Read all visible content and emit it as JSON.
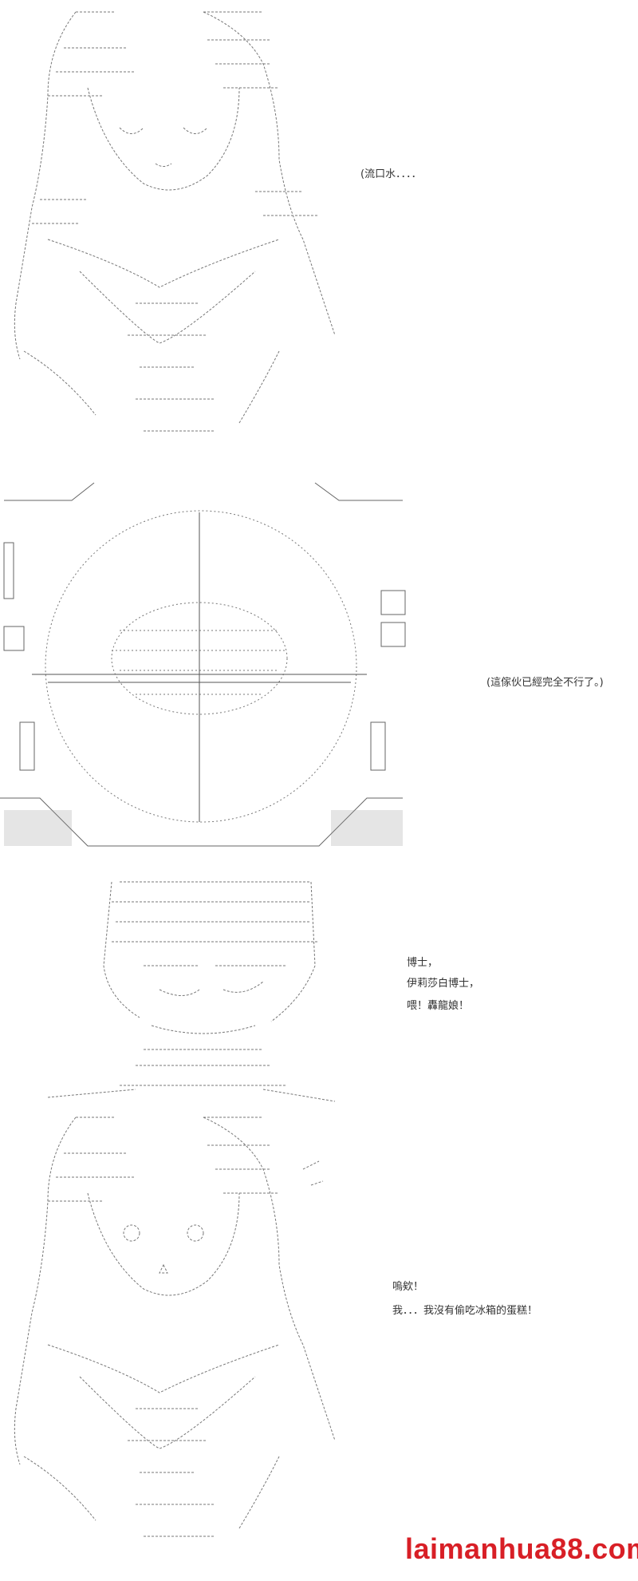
{
  "panels": [
    {
      "id": "panel-1",
      "dialogue": [
        "(流口水．．．．"
      ]
    },
    {
      "id": "panel-2",
      "dialogue": [
        "(這傢伙已經完全不行了。)"
      ]
    },
    {
      "id": "panel-3",
      "dialogue": [
        "博士，",
        "伊莉莎白博士，",
        "喂！轟龍娘！"
      ]
    },
    {
      "id": "panel-4",
      "dialogue": [
        "嗚欸！",
        "我．．．我沒有偷吃冰箱的蛋糕！"
      ]
    }
  ],
  "watermark": "laimanhua88.com",
  "colors": {
    "ink": "#555555",
    "watermark": "#d81f26",
    "background": "#ffffff"
  }
}
